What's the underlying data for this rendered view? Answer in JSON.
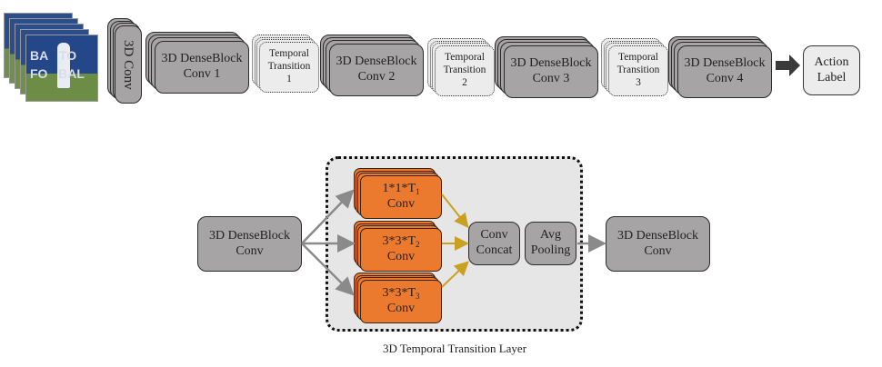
{
  "top_pipeline": {
    "input_frames": {
      "icon": "video-frames-image",
      "count": 5
    },
    "conv3d": {
      "label": "3D Conv"
    },
    "dense_blocks": [
      {
        "line1": "3D DenseBlock",
        "line2": "Conv 1"
      },
      {
        "line1": "3D DenseBlock",
        "line2": "Conv 2"
      },
      {
        "line1": "3D DenseBlock",
        "line2": "Conv 3"
      },
      {
        "line1": "3D DenseBlock",
        "line2": "Conv 4"
      }
    ],
    "transitions": [
      {
        "line1": "Temporal",
        "line2": "Transition",
        "line3": "1"
      },
      {
        "line1": "Temporal",
        "line2": "Transition",
        "line3": "2"
      },
      {
        "line1": "Temporal",
        "line2": "Transition",
        "line3": "3"
      }
    ],
    "output": {
      "line1": "Action",
      "line2": "Label"
    }
  },
  "detail": {
    "input_block": {
      "line1": "3D DenseBlock",
      "line2": "Conv"
    },
    "branches": [
      {
        "kernel": "1*1*T",
        "sub": "1",
        "line2": "Conv"
      },
      {
        "kernel": "3*3*T",
        "sub": "2",
        "line2": "Conv"
      },
      {
        "kernel": "3*3*T",
        "sub": "3",
        "line2": "Conv"
      }
    ],
    "concat": {
      "line1": "Conv",
      "line2": "Concat"
    },
    "pooling": {
      "line1": "Avg",
      "line2": "Pooling"
    },
    "output_block": {
      "line1": "3D DenseBlock",
      "line2": "Conv"
    },
    "caption": "3D Temporal Transition Layer"
  },
  "colors": {
    "gray_block": "#a6a4a4",
    "transition_block": "#ececec",
    "orange_block": "#ec7a2e",
    "gray_arrow": "#8a8a8a",
    "gold_arrow": "#c9a020",
    "panel_bg": "#e6e6e6"
  }
}
